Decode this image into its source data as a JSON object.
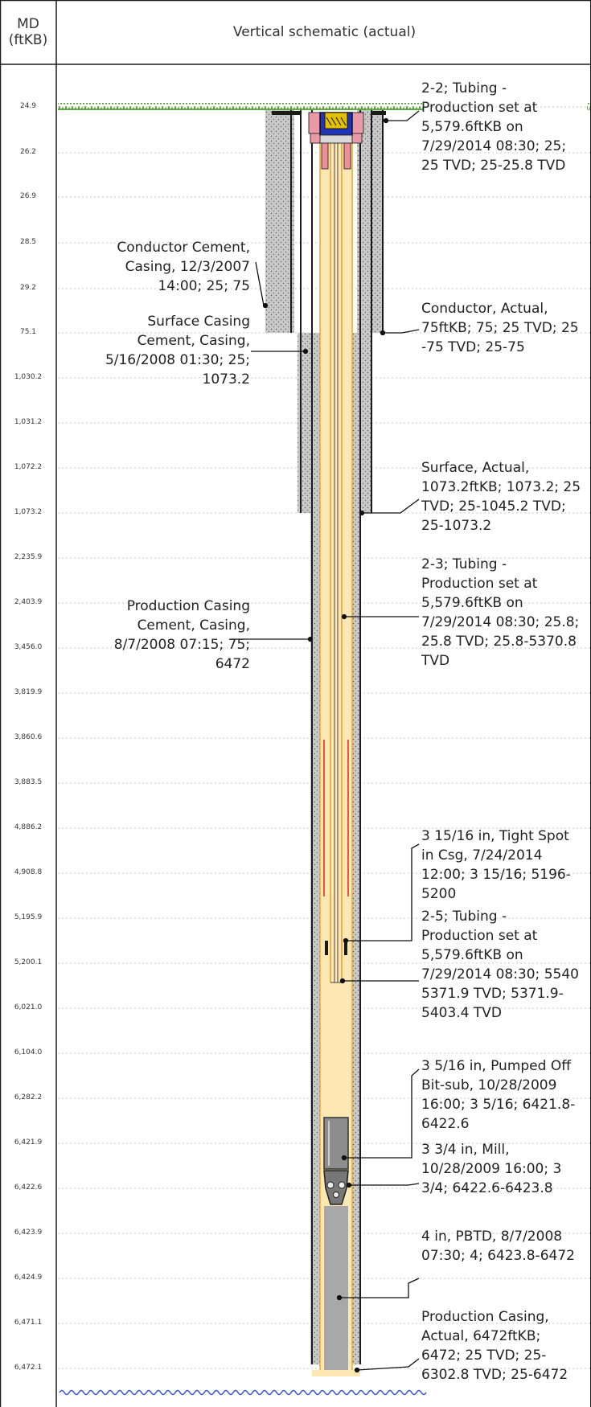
{
  "header": {
    "md_title": "MD",
    "md_unit": "(ftKB)",
    "schematic_title": "Vertical schematic (actual)"
  },
  "md_labels": [
    "24.9",
    "26.2",
    "26.9",
    "28.5",
    "29.2",
    "75.1",
    "1,030.2",
    "1,031.2",
    "1,072.2",
    "1,073.2",
    "2,235.9",
    "2,403.9",
    "3,456.0",
    "3,819.9",
    "3,860.6",
    "3,883.5",
    "4,886.2",
    "4,908.8",
    "5,195.9",
    "5,200.1",
    "6,021.0",
    "6,104.0",
    "6,282.2",
    "6,421.9",
    "6,422.6",
    "6,423.9",
    "6,424.9",
    "6,471.1",
    "6,472.1"
  ],
  "annotations": {
    "tubing_2_2": [
      "2-2; Tubing -",
      "Production set at",
      "5,579.6ftKB on",
      "7/29/2014 08:30; 25;",
      "25 TVD; 25-25.8 TVD"
    ],
    "conductor_cement": [
      "Conductor Cement,",
      "Casing, 12/3/2007",
      "14:00; 25; 75"
    ],
    "surface_casing_cement": [
      "Surface Casing",
      "Cement, Casing,",
      "5/16/2008 01:30; 25;",
      "1073.2"
    ],
    "conductor_actual": [
      "Conductor, Actual,",
      "75ftKB; 75; 25 TVD; 25",
      "-75 TVD; 25-75"
    ],
    "surface_actual": [
      "Surface, Actual,",
      "1073.2ftKB; 1073.2; 25",
      "TVD; 25-1045.2 TVD;",
      "25-1073.2"
    ],
    "tubing_2_3": [
      "2-3; Tubing -",
      "Production set at",
      "5,579.6ftKB on",
      "7/29/2014 08:30; 25.8;",
      "25.8 TVD; 25.8-5370.8",
      "TVD"
    ],
    "production_casing_cement": [
      "Production Casing",
      "Cement, Casing,",
      "8/7/2008 07:15; 75;",
      "6472"
    ],
    "tight_spot": [
      "3 15/16 in, Tight Spot",
      "in Csg, 7/24/2014",
      "12:00; 3 15/16; 5196-",
      "5200"
    ],
    "tubing_2_5": [
      "2-5; Tubing -",
      "Production set at",
      "5,579.6ftKB on",
      "7/29/2014 08:30; 5540",
      "5371.9 TVD; 5371.9-",
      "5403.4 TVD"
    ],
    "pumped_off_bit_sub": [
      "3 5/16 in, Pumped Off",
      "Bit-sub, 10/28/2009",
      "16:00; 3 5/16; 6421.8-",
      "6422.6"
    ],
    "mill": [
      "3 3/4 in, Mill,",
      "10/28/2009 16:00; 3",
      "3/4; 6422.6-6423.8"
    ],
    "pbtd": [
      "4 in, PBTD, 8/7/2008",
      "07:30; 4; 6423.8-6472"
    ],
    "production_casing_actual": [
      "Production Casing,",
      "Actual, 6472ftKB;",
      "6472; 25 TVD; 25-",
      "6302.8 TVD; 25-6472"
    ]
  },
  "colors": {
    "grid_line": "#1a1a1a",
    "dotted": "#c8c8c8",
    "cement": "#c9c9c9",
    "tubing_fill": "#fde8b3",
    "tubing_edge": "#e6a92d",
    "ground": "#5aa82f",
    "water": "#3355dd",
    "pbtd_fill": "#a8a8a8",
    "tight_spot": "#dd2222",
    "wellhead_blue": "#2233bb",
    "wellhead_pink": "#e99aa6"
  }
}
